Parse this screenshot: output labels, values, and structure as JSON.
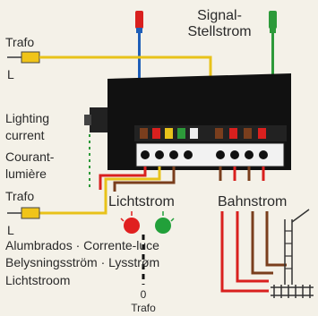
{
  "labels": {
    "signal_line1": "Signal-",
    "signal_line2": "Stellstrom",
    "trafo_top": "Trafo",
    "trafo_top_l": "L",
    "lighting_line1": "Lighting",
    "lighting_line2": "current",
    "courant_line1": "Courant-",
    "courant_line2": "lumière",
    "trafo_mid": "Trafo",
    "trafo_mid_l": "L",
    "lichtstrom": "Lichtstrom",
    "bahnstrom": "Bahnstrom",
    "multi_line1": "Alumbrados · Corrente-luce",
    "multi_line2": "Belysningsström · Lysstrøm",
    "multi_line3": "Lichtstroom",
    "bottom_zero": "0",
    "bottom_trafo": "Trafo"
  },
  "colors": {
    "background": "#f4f1e8",
    "module": "#111111",
    "wire_yellow": "#e8c21a",
    "wire_red": "#d9201e",
    "wire_brown": "#7a3e1d",
    "wire_green": "#2d9a3a",
    "wire_blue": "#1f5fb8",
    "trafo": "#f0c419",
    "lamp_red": "#e02020",
    "lamp_green": "#22a03a"
  }
}
